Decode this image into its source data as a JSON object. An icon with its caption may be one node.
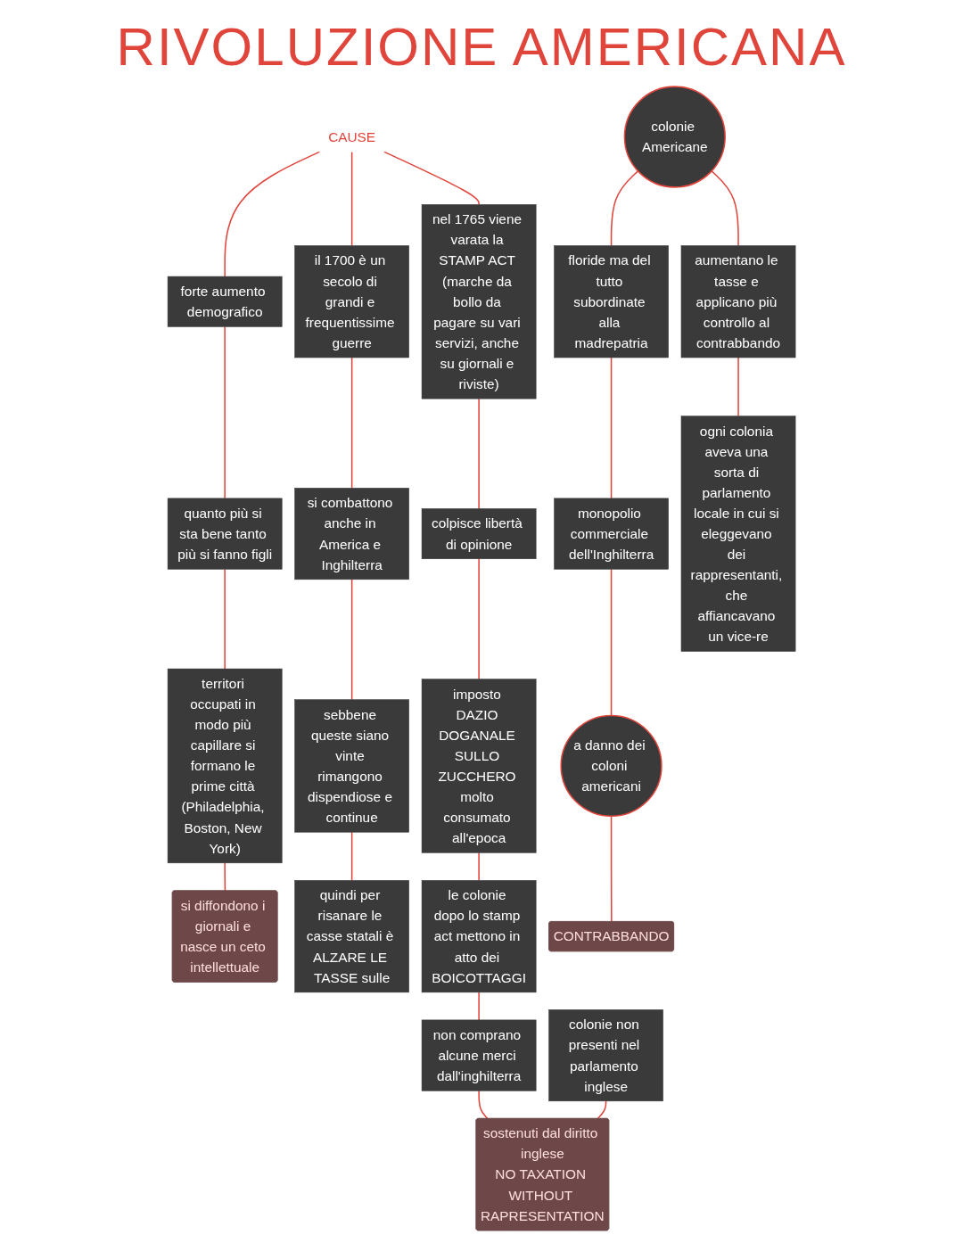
{
  "diagram": {
    "title": "RIVOLUZIONE AMERICANA",
    "nodes": [
      {
        "text": [
          "CAUSE"
        ]
      },
      {
        "text": [
          "forte aumento demografico"
        ]
      },
      {
        "text": [
          "quanto più si sta bene tanto più si fanno figli"
        ]
      },
      {
        "text": [
          "territori occupati in modo più capillare si formano le prime città (Philadelphia, Boston, New York)"
        ]
      },
      {
        "text": [
          "si diffondono i giornali e nasce un ceto intellettuale"
        ]
      },
      {
        "text": [
          "il 1700 è un secolo di grandi e frequentissime guerre"
        ]
      },
      {
        "text": [
          "si combattono anche in America e Inghilterra"
        ]
      },
      {
        "text": [
          "sebbene queste siano vinte rimangono dispendiose e continue"
        ]
      },
      {
        "text": [
          "quindi per risanare le casse statali è ALZARE LE TASSE sulle"
        ]
      },
      {
        "text": [
          "colonie Americane"
        ]
      },
      {
        "text": [
          "nel 1765 viene varata la STAMP ACT (marche da bollo da pagare su vari servizi, anche su giornali e riviste)"
        ]
      },
      {
        "text": [
          "colpisce libertà di opinione"
        ]
      },
      {
        "text": [
          "imposto DAZIO DOGANALE SULLO ZUCCHERO molto consumato all'epoca"
        ]
      },
      {
        "text": [
          "floride ma del tutto subordinate alla madrepatria"
        ]
      },
      {
        "text": [
          "aumentano le tasse e applicano più controllo al contrabbando"
        ]
      },
      {
        "text": [
          "le colonie dopo lo stamp act mettono in atto dei BOICOTTAGGI"
        ]
      },
      {
        "text": [
          "monopolio commerciale dell'Inghilterra"
        ]
      },
      {
        "text": [
          "ogni colonia aveva una sorta di parlamento locale in cui si eleggevano dei rappresentanti, che affiancavano un vice-re"
        ]
      },
      {
        "text": [
          "non comprano alcune merci dall'inghilterra"
        ]
      },
      {
        "text": [
          "a danno dei coloni americani"
        ]
      },
      {
        "text": [
          "sostenuti dal diritto inglese",
          "NO TAXATION WITHOUT RAPRESENTATION"
        ]
      },
      {
        "text": [
          "CONTRABBANDO"
        ]
      },
      {
        "text": [
          "colonie non presenti nel parlamento inglese"
        ]
      }
    ],
    "edges": [
      {
        "from": 0,
        "to": 1,
        "arrow": "none"
      },
      {
        "from": 0,
        "to": 5,
        "arrow": "none"
      },
      {
        "from": 0,
        "to": 10,
        "arrow": "none"
      },
      {
        "from": 1,
        "to": 2,
        "arrow": "none"
      },
      {
        "from": 2,
        "to": 3,
        "arrow": "none"
      },
      {
        "from": 3,
        "to": 4,
        "arrow": "none"
      },
      {
        "from": 5,
        "to": 6,
        "arrow": "none"
      },
      {
        "from": 6,
        "to": 7,
        "arrow": "none"
      },
      {
        "from": 7,
        "to": 8,
        "arrow": "none"
      },
      {
        "from": 9,
        "to": 13,
        "arrow": "none"
      },
      {
        "from": 9,
        "to": 14,
        "arrow": "none"
      },
      {
        "from": 10,
        "to": 11,
        "arrow": "none"
      },
      {
        "from": 11,
        "to": 12,
        "arrow": "none"
      },
      {
        "from": 12,
        "to": 15,
        "arrow": "none"
      },
      {
        "from": 13,
        "to": 16,
        "arrow": "none"
      },
      {
        "from": 14,
        "to": 17,
        "arrow": "none"
      },
      {
        "from": 15,
        "to": 18,
        "arrow": "none"
      },
      {
        "from": 16,
        "to": 19,
        "arrow": "none"
      },
      {
        "from": 18,
        "to": 20,
        "arrow": "none"
      },
      {
        "from": 19,
        "to": 21,
        "arrow": "none"
      },
      {
        "from": 22,
        "to": 20,
        "arrow": "none"
      }
    ]
  }
}
